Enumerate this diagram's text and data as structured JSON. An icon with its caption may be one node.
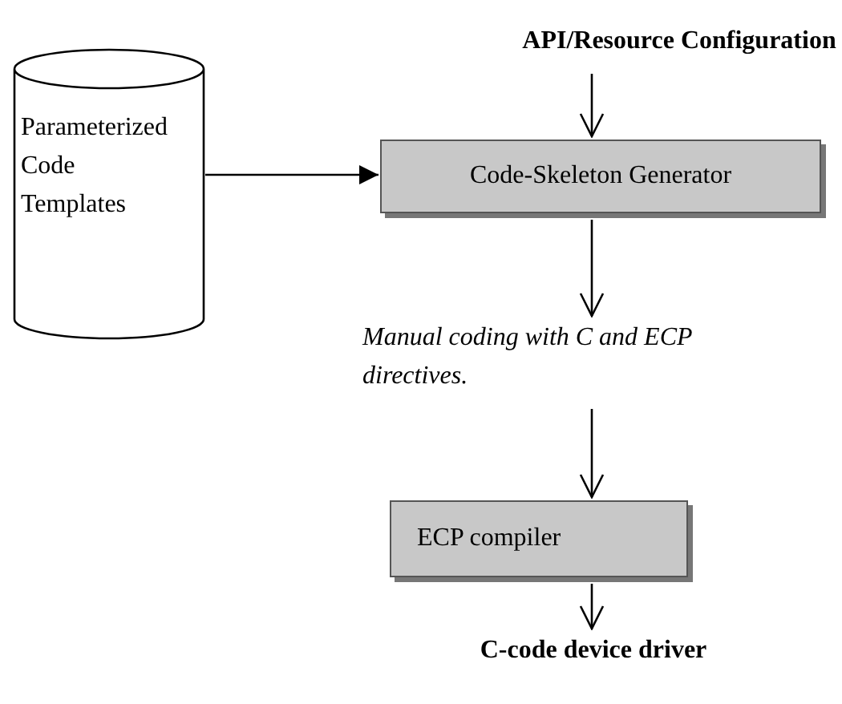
{
  "diagram": {
    "nodes": [
      {
        "text": [
          "API/Resource Configuration"
        ]
      },
      {
        "text": [
          "Parameterized Code Templates"
        ]
      },
      {
        "text": [
          "Code-Skeleton Generator"
        ]
      },
      {
        "text": [
          "Manual coding with C and ECP directives."
        ]
      },
      {
        "text": [
          "ECP compiler"
        ]
      },
      {
        "text": [
          "C-code device driver"
        ]
      }
    ],
    "edges": [
      {
        "from": 0,
        "to": 2,
        "arrow": "to"
      },
      {
        "from": 1,
        "to": 2,
        "arrow": "to"
      },
      {
        "from": 2,
        "to": 3,
        "arrow": "to"
      },
      {
        "from": 3,
        "to": 4,
        "arrow": "to"
      },
      {
        "from": 4,
        "to": 5,
        "arrow": "to"
      }
    ]
  }
}
